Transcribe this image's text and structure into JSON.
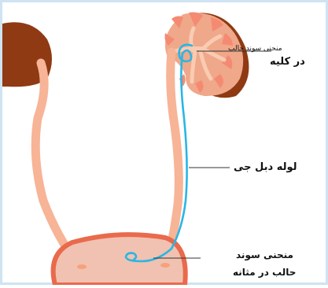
{
  "labels": {
    "kidney_coil_line1": "منحنی سوند حالب",
    "kidney_coil_line2": "در کلیه",
    "stent": "لوله دبل جی",
    "bladder_coil_line1": "منحنی سوند",
    "bladder_coil_line2": "حالب در مثانه"
  },
  "colors": {
    "border": "#cfe3f2",
    "kidney_dark": "#8f3a12",
    "kidney_body": "#efa88a",
    "kidney_calyx": "#f58a72",
    "kidney_pelvis": "#f9cbb2",
    "ureter": "#f7b496",
    "bladder_wall": "#e96a4c",
    "bladder_fill": "#f1c2b1",
    "stent": "#29b6e4",
    "ostium": "#f5a27c"
  }
}
